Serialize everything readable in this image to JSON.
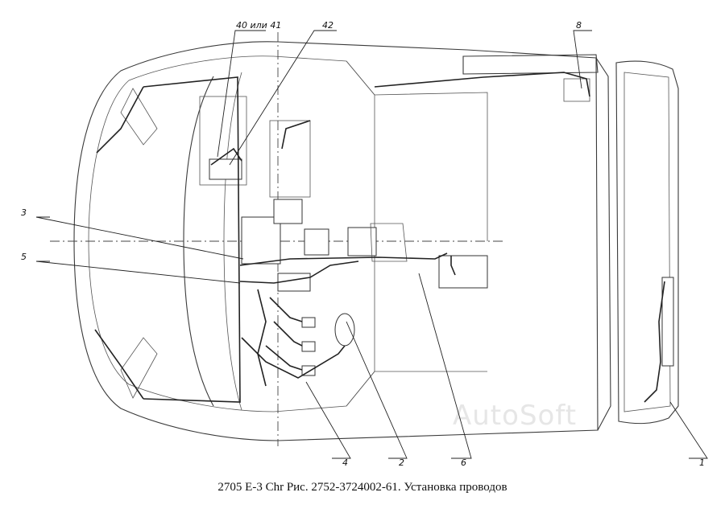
{
  "callouts": [
    "40 или 41",
    "42",
    "8",
    "3",
    "5",
    "4",
    "2",
    "6",
    "1"
  ],
  "watermark": "AutoSoft",
  "caption": "2705 Е-3 Chr Рис. 2752-3724002-61. Установка проводов"
}
